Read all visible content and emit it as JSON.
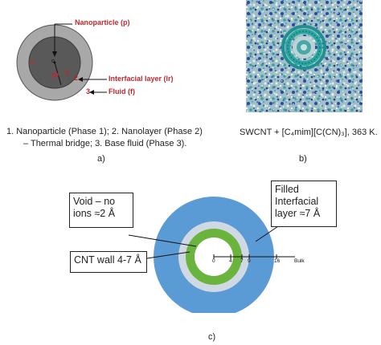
{
  "panel_a": {
    "labels": {
      "nanoparticle": "Nanoparticle (p)",
      "interfacial": "Interfacial layer (lr)",
      "fluid": "Fluid (f)",
      "t": "t",
      "o": "o",
      "rp": "rp",
      "num1": "1",
      "num2": "2",
      "num3": "3"
    },
    "caption_lines": [
      "1. Nanoparticle (Phase 1); 2. Nanolayer (Phase 2)",
      "– Thermal bridge; 3. Base fluid (Phase 3)."
    ],
    "letter": "a)"
  },
  "panel_b": {
    "caption": "SWCNT + [C₄mim][C(CN)₃], 363 K.",
    "letter": "b)"
  },
  "panel_c": {
    "void_box": [
      "Void – no",
      "ions ≈2 Å"
    ],
    "cnt_box": "CNT wall 4-7 Å",
    "filled_box": [
      "Filled",
      "Interfacial",
      "layer ≈7 Å"
    ],
    "ticks": [
      "0",
      "4",
      "7",
      "9",
      "16",
      "Bulk"
    ],
    "letter": "c)",
    "colors": {
      "bulk": "#5b9bd5",
      "interfacial": "#d0d8e4",
      "wall": "#6ab43e",
      "void": "#ffffff"
    }
  }
}
